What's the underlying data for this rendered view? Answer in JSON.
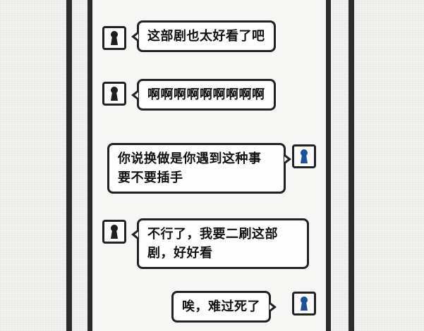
{
  "colors": {
    "frame": "#222222",
    "avatar_other": "#1e1e1e",
    "avatar_self": "#1d4f9a",
    "bubble_bg": "#fdfdfd"
  },
  "messages": [
    {
      "side": "left",
      "avatar": "keyhole-icon",
      "lines": [
        "这部剧也太好看了吧"
      ]
    },
    {
      "side": "left",
      "avatar": "keyhole-icon",
      "lines": [
        "啊啊啊啊啊啊啊啊啊"
      ]
    },
    {
      "side": "right",
      "avatar": "keyhole-icon",
      "lines": [
        "你说换做是你遇到这种事",
        "要不要插手"
      ]
    },
    {
      "side": "left",
      "avatar": "keyhole-icon",
      "lines": [
        "不行了，我要二刷这部",
        "剧，好好看"
      ]
    },
    {
      "side": "right",
      "avatar": "keyhole-icon",
      "lines": [
        "唉，难过死了"
      ]
    }
  ]
}
